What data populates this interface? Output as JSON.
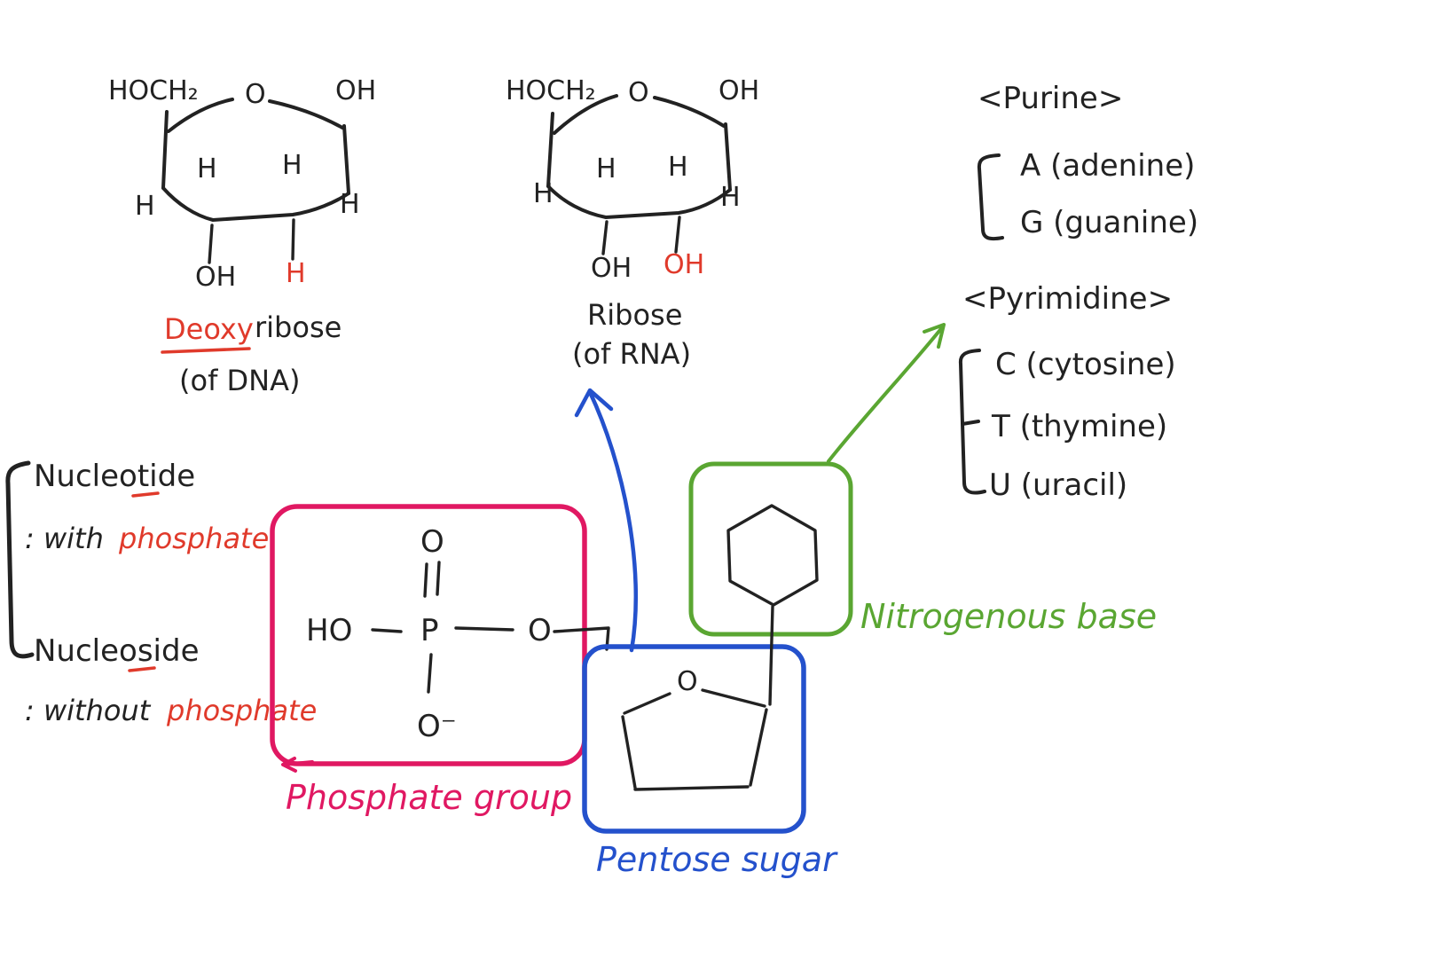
{
  "colors": {
    "ink": "#222222",
    "red": "#e03a2b",
    "pink": "#e01862",
    "blue": "#2451cc",
    "green": "#5aa632",
    "background": "#ffffff"
  },
  "deoxyribose": {
    "hoch2": "HOCH₂",
    "o": "O",
    "oh_top": "OH",
    "h_inner_left": "H",
    "h_inner_right": "H",
    "h_outer_left": "H",
    "h_outer_right": "H",
    "oh_bottom": "OH",
    "h_red": "H",
    "title_highlight": "Deoxy",
    "title_rest": "ribose",
    "subtitle": "(of DNA)"
  },
  "ribose": {
    "hoch2": "HOCH₂",
    "o": "O",
    "oh_top": "OH",
    "h_inner_left": "H",
    "h_inner_right": "H",
    "h_outer_left": "H",
    "h_outer_right": "H",
    "oh_bottom": "OH",
    "oh_red": "OH",
    "title": "Ribose",
    "subtitle": "(of RNA)"
  },
  "purine": {
    "header": "<Purine>",
    "items": [
      "A (adenine)",
      "G (guanine)"
    ]
  },
  "pyrimidine": {
    "header": "<Pyrimidine>",
    "items": [
      "C (cytosine)",
      "T (thymine)",
      "U (uracil)"
    ]
  },
  "notes": {
    "nucleotide": "Nucleotide",
    "nucleotide_def": ": with",
    "nucleotide_def_highlight": "phosphate",
    "nucleoside": "Nucleoside",
    "nucleoside_def": ": without",
    "nucleoside_def_highlight": "phosphate"
  },
  "phosphate": {
    "o_top": "O",
    "ho": "HO",
    "p": "P",
    "o_right": "O",
    "o_minus": "O⁻",
    "label": "Phosphate group"
  },
  "pentose": {
    "o": "O",
    "label": "Pentose sugar"
  },
  "nitrogenous": {
    "label": "Nitrogenous base"
  }
}
